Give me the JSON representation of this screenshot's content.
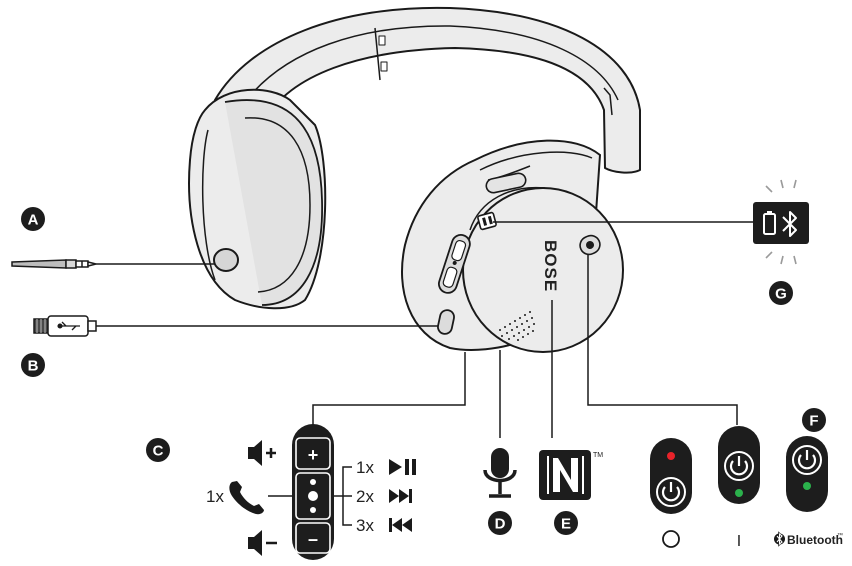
{
  "brand": "BOSE",
  "callouts": {
    "a": "A",
    "b": "B",
    "c": "C",
    "d": "D",
    "e": "E",
    "f": "F",
    "g": "G"
  },
  "controls": {
    "plus": "+",
    "minus": "–",
    "call_count": "1x",
    "play_pause_count": "1x",
    "skip_forward_count": "2x",
    "skip_back_count": "3x"
  },
  "power_states": {
    "off_symbol": "○",
    "on_symbol": "I",
    "bluetooth_label": "Bluetooth",
    "trademark": "™"
  },
  "nfc": {
    "trademark": "TM"
  },
  "colors": {
    "outline": "#1a1a1a",
    "body_fill": "#ececec",
    "accent_dark": "#1d1d1d",
    "led_red": "#e8232a",
    "led_green": "#2bb24c"
  },
  "icons": {
    "audio_cable": "audio-cable-icon",
    "usb_cable": "usb-cable-icon",
    "microphone": "microphone-icon",
    "nfc": "nfc-icon",
    "battery": "battery-icon",
    "bluetooth": "bluetooth-icon",
    "power": "power-icon",
    "phone": "phone-icon"
  }
}
